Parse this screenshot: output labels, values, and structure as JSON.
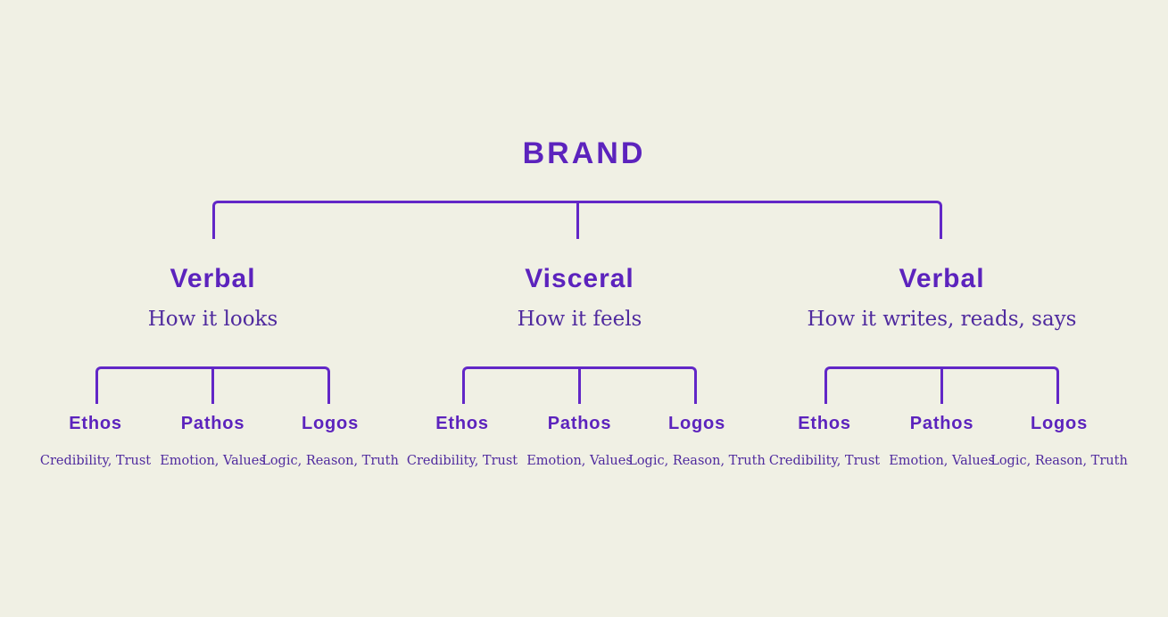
{
  "colors": {
    "background": "#f0f0e4",
    "brand_purple": "#5c23bd",
    "line_purple": "#6227c7",
    "serif_purple": "#4f2a9e"
  },
  "title": "BRAND",
  "branches": [
    {
      "name": "Verbal",
      "description": "How it looks",
      "children": [
        {
          "name": "Ethos",
          "description": "Credibility, Trust"
        },
        {
          "name": "Pathos",
          "description": "Emotion, Values"
        },
        {
          "name": "Logos",
          "description": "Logic, Reason, Truth"
        }
      ]
    },
    {
      "name": "Visceral",
      "description": "How it feels",
      "children": [
        {
          "name": "Ethos",
          "description": "Credibility, Trust"
        },
        {
          "name": "Pathos",
          "description": "Emotion, Values"
        },
        {
          "name": "Logos",
          "description": "Logic, Reason, Truth"
        }
      ]
    },
    {
      "name": "Verbal",
      "description": "How it writes, reads, says",
      "children": [
        {
          "name": "Ethos",
          "description": "Credibility, Trust"
        },
        {
          "name": "Pathos",
          "description": "Emotion, Values"
        },
        {
          "name": "Logos",
          "description": "Logic, Reason, Truth"
        }
      ]
    }
  ]
}
